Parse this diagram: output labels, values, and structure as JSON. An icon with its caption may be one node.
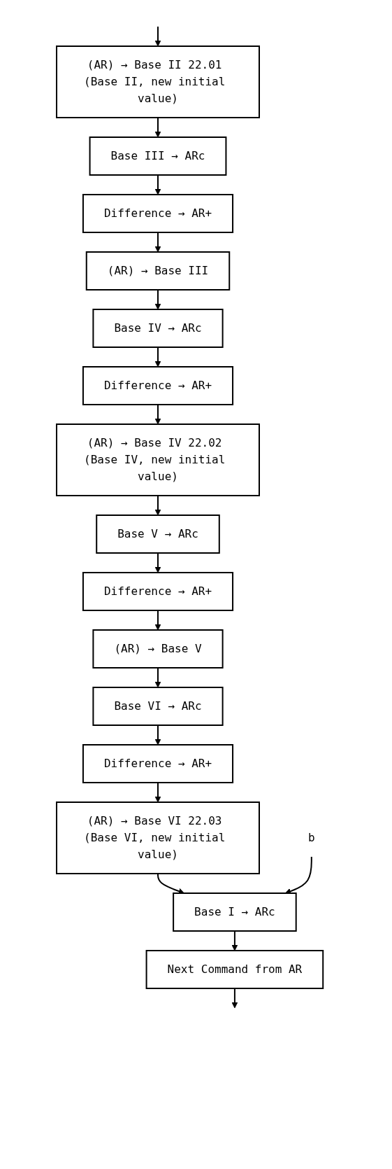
{
  "diagram": {
    "nodes": [
      {
        "text": [
          "(AR) → Base II 22.01 (Base II, new initial value)"
        ]
      },
      {
        "text": [
          "Base III → ARc"
        ]
      },
      {
        "text": [
          "Difference → AR+"
        ]
      },
      {
        "text": [
          "(AR) → Base III"
        ]
      },
      {
        "text": [
          "Base IV → ARc"
        ]
      },
      {
        "text": [
          "Difference → AR+"
        ]
      },
      {
        "text": [
          "(AR) → Base IV 22.02 (Base IV, new initial value)"
        ]
      },
      {
        "text": [
          "Base V → ARc"
        ]
      },
      {
        "text": [
          "Difference → AR+"
        ]
      },
      {
        "text": [
          "(AR) → Base V"
        ]
      },
      {
        "text": [
          "Base VI → ARc"
        ]
      },
      {
        "text": [
          "Difference → AR+"
        ]
      },
      {
        "text": [
          "(AR) → Base VI 22.03 (Base VI, new initial value)"
        ]
      },
      {
        "text": [
          "b"
        ]
      },
      {
        "text": [
          "Base I → ARc"
        ]
      },
      {
        "text": [
          "Next Command from AR"
        ]
      }
    ],
    "edges": [
      {
        "from": null,
        "to": 0,
        "arrow": "to"
      },
      {
        "from": 0,
        "to": 1,
        "arrow": "to"
      },
      {
        "from": 1,
        "to": 2,
        "arrow": "to"
      },
      {
        "from": 2,
        "to": 3,
        "arrow": "to"
      },
      {
        "from": 3,
        "to": 4,
        "arrow": "to"
      },
      {
        "from": 4,
        "to": 5,
        "arrow": "to"
      },
      {
        "from": 5,
        "to": 6,
        "arrow": "to"
      },
      {
        "from": 6,
        "to": 7,
        "arrow": "to"
      },
      {
        "from": 7,
        "to": 8,
        "arrow": "to"
      },
      {
        "from": 8,
        "to": 9,
        "arrow": "to"
      },
      {
        "from": 9,
        "to": 10,
        "arrow": "to"
      },
      {
        "from": 10,
        "to": 11,
        "arrow": "to"
      },
      {
        "from": 11,
        "to": 12,
        "arrow": "to"
      },
      {
        "from": 12,
        "to": 14,
        "arrow": "to"
      },
      {
        "from": 13,
        "to": 14,
        "arrow": "to"
      },
      {
        "from": 14,
        "to": 15,
        "arrow": "to"
      },
      {
        "from": 15,
        "to": null,
        "arrow": "to"
      }
    ]
  }
}
